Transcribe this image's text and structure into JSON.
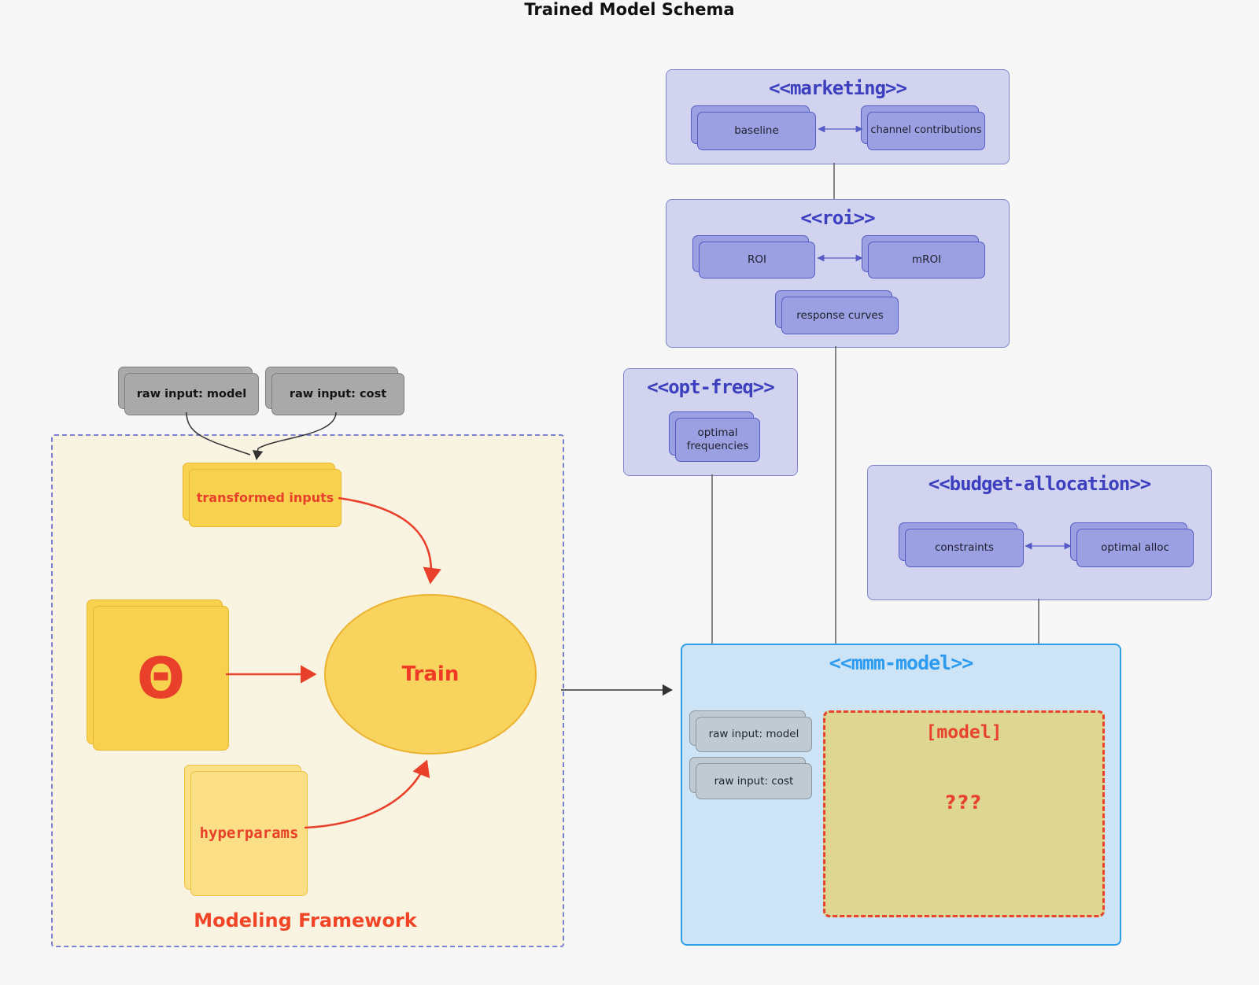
{
  "title": "Trained Model Schema",
  "external_inputs": {
    "model": "raw input: model",
    "cost": "raw input: cost"
  },
  "marketing": {
    "title": "<<marketing>>",
    "baseline": "baseline",
    "channel_contributions": "channel contributions"
  },
  "roi": {
    "title": "<<roi>>",
    "roi": "ROI",
    "mroi": "mROI",
    "response_curves": "response curves"
  },
  "opt_freq": {
    "title": "<<opt-freq>>",
    "optimal_frequencies": "optimal frequencies"
  },
  "budget_allocation": {
    "title": "<<budget-allocation>>",
    "constraints": "constraints",
    "optimal_alloc": "optimal alloc"
  },
  "mmm_model": {
    "title": "<<mmm-model>>",
    "raw_input_model": "raw input: model",
    "raw_input_cost": "raw input: cost",
    "model_box": "[model]",
    "unknown": "???"
  },
  "framework": {
    "label": "Modeling Framework",
    "transformed_inputs": "transformed inputs",
    "theta": "Θ",
    "train": "Train",
    "hyperparams": "hyperparams"
  },
  "colors": {
    "purple_group_fill": "#d2d4ef",
    "purple_node_fill": "#9aa0e1",
    "indigo_title": "#3c40bf",
    "blue_title": "#2d9cf0",
    "mmm_fill": "#cde4f6",
    "mmm_border": "#2ea0ea",
    "red_accent": "#e8402a",
    "gold_fill": "#f8d35e",
    "khaki_fill": "#ddd793",
    "cream_fill": "#f9f3e2",
    "gray_node_fill": "#a9a9a9"
  }
}
